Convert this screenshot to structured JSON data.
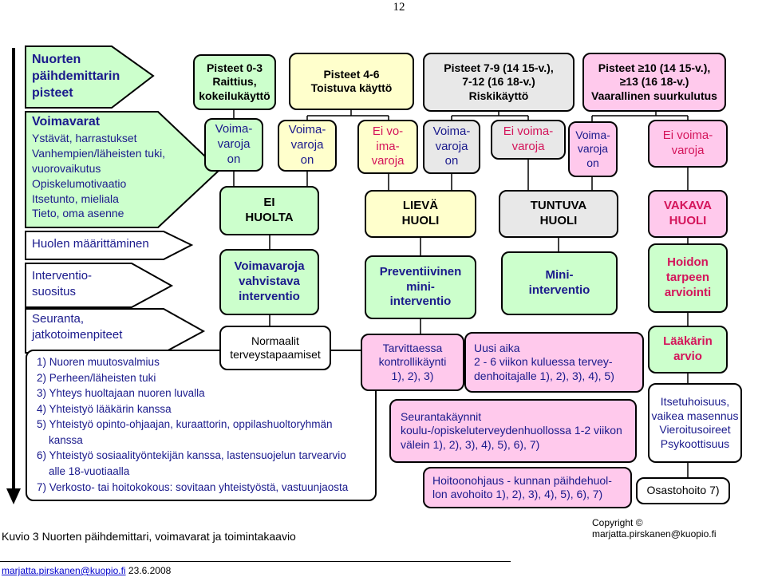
{
  "page_number": "12",
  "left_column": {
    "title": "Nuorten\npäihdemittarin\npisteet",
    "resources_heading": "Voimavarat",
    "resources_text": "Ystävät, harrastukset\nVanhempien/läheisten tuki,\nvuorovaikutus\nOpiskelumotivaatio\nItsetunto, mieliala\nTieto, oma asenne",
    "concern": "Huolen määrittäminen",
    "intervention": "Interventio-\nsuositus",
    "followup": "Seuranta,\njatkotoimenpiteet"
  },
  "columns": {
    "c1": {
      "header": "Pisteet 0-3\nRaittius,\nkokeilukäyttö",
      "resource": "Voima-\nvaroja\non"
    },
    "c2": {
      "header": "Pisteet 4-6\nToistuva käyttö",
      "resource": "Voima-\nvaroja\non"
    },
    "c3_noresource": "Ei vo-\nima-\nvaroja",
    "c4": {
      "header": "Pisteet 7-9 (14 15-v.),\n7-12 (16 18-v.)\nRiskikäyttö",
      "resource": "Voima-\nvaroja\non"
    },
    "c5_noresource": "Ei voima-\nvaroja",
    "c6": {
      "header": "Pisteet ≥10 (14 15-v.),\n≥13 (16 18-v.)\nVaarallinen suurkulutus",
      "resource": "Voima-\nvaroja\non"
    },
    "c7_noresource": "Ei  voima-\nvaroja"
  },
  "concern_levels": {
    "none": "EI\nHUOLTA",
    "mild": "LIEVÄ\nHUOLI",
    "notable": "TUNTUVA\nHUOLI",
    "serious": "VAKAVA\nHUOLI"
  },
  "interventions": {
    "supportive": "Voimavaroja\nvahvistava\ninterventio",
    "preventive": "Preventiivinen\nmini-\ninterventio",
    "mini": "Mini-\ninterventio",
    "assessment": "Hoidon\ntarpeen\narviointi"
  },
  "followups": {
    "normal": "Normaalit\nterveystapaamiset",
    "control": "Tarvittaessa\nkontrollikäynti\n1), 2), 3)",
    "new_appt": "Uusi aika\n2 - 6 viikon kuluessa tervey-\ndenhoitajalle  1), 2), 3), 4), 5)",
    "doctor": "Lääkärin\narvio",
    "monitoring": "Seurantakäynnit\nkoulu-/opiskeluterveydenhuollossa 1-2 viikon\nvälein 1), 2), 3), 4), 5), 6), 7)",
    "treatment": "Hoitoonohjaus - kunnan päihdehuol-\nlon avohoito 1), 2), 3), 4), 5), 6), 7)",
    "risk": "Itsetuhoisuus,\nvaikea masennus\nVieroitusoireet\nPsykoottisuus",
    "inpatient": "Osastohoito 7)"
  },
  "numbered_list": [
    "1) Nuoren muutosvalmius",
    "2) Perheen/läheisten tuki",
    "3) Yhteys huoltajaan nuoren luvalla",
    "4) Yhteistyö lääkärin kanssa",
    "5) Yhteistyö opinto-ohjaajan, kuraattorin, oppilashuoltoryhmän\n    kanssa",
    "6) Yhteistyö sosiaalityöntekijän kanssa, lastensuojelun tarvearvio\n    alle 18-vuotiaalla",
    "7) Verkosto- tai hoitokokous: sovitaan yhteistyöstä, vastuunjaosta"
  ],
  "caption": "Kuvio 3 Nuorten päihdemittari, voimavarat ja toimintakaavio",
  "copyright": "Copyright © marjatta.pirskanen@kuopio.fi",
  "footer_link": "marjatta.pirskanen@kuopio.fi",
  "footer_date": " 23.6.2008"
}
